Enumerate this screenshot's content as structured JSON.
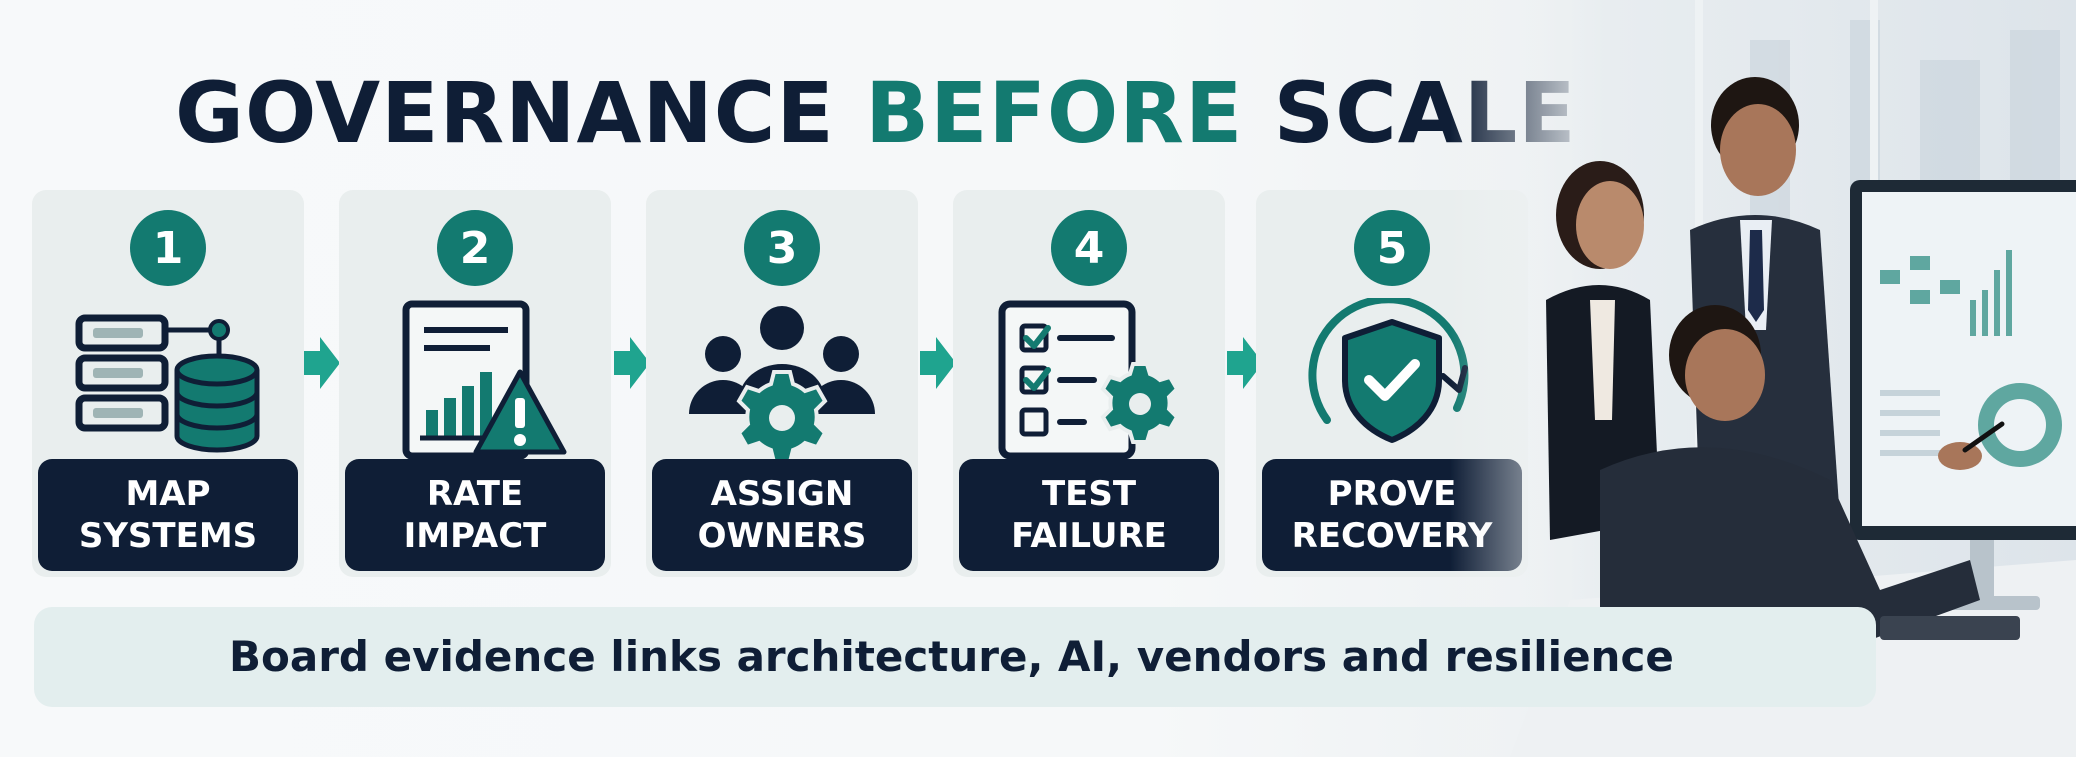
{
  "title": {
    "part1": "GOVERNANCE ",
    "part2": "BEFORE",
    "part3": " SCALE"
  },
  "steps": [
    {
      "number": "1",
      "line1": "MAP",
      "line2": "SYSTEMS",
      "icon": "server-database-icon"
    },
    {
      "number": "2",
      "line1": "RATE",
      "line2": "IMPACT",
      "icon": "report-warning-icon"
    },
    {
      "number": "3",
      "line1": "ASSIGN",
      "line2": "OWNERS",
      "icon": "team-gear-icon"
    },
    {
      "number": "4",
      "line1": "TEST",
      "line2": "FAILURE",
      "icon": "checklist-gear-icon"
    },
    {
      "number": "5",
      "line1": "PROVE",
      "line2": "RECOVERY",
      "icon": "shield-check-icon"
    }
  ],
  "evidence": "Board evidence links architecture, AI, vendors and resilience",
  "colors": {
    "navy": "#0f1e36",
    "teal": "#137a70",
    "card": "#e9eeee"
  }
}
